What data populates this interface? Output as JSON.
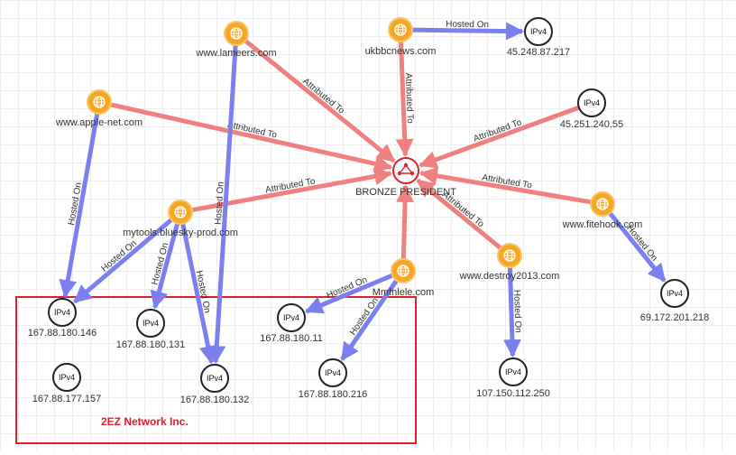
{
  "colors": {
    "attributed_edge": "#f08080",
    "hosted_edge": "#7b7ff0",
    "domain_node": "#f5a623",
    "ipv4_border": "#222222",
    "group_box": "#e0202a",
    "actor": "#e0202a"
  },
  "center": {
    "label": "BRONZE PRESIDENT",
    "icon": "threat-actor-icon"
  },
  "domains": [
    {
      "id": "lamers",
      "label": "www.lameers.com"
    },
    {
      "id": "ukbb",
      "label": "ukbbcnews.com"
    },
    {
      "id": "applenet",
      "label": "www.apple-net.com"
    },
    {
      "id": "mytools",
      "label": "mytools.bluesky-prod.com"
    },
    {
      "id": "mmfnlele",
      "label": "Mmfnlele.com"
    },
    {
      "id": "destroy",
      "label": "www.destroy2013.com"
    },
    {
      "id": "fitehook",
      "label": "www.fitehook.com"
    }
  ],
  "ipv4_badge": "IPv4",
  "ips": [
    {
      "id": "ip217",
      "label": "45.248.87.217"
    },
    {
      "id": "ip55",
      "label": "45.251.240.55"
    },
    {
      "id": "ip146",
      "label": "167.88.180.146"
    },
    {
      "id": "ip131",
      "label": "167.88.180.131"
    },
    {
      "id": "ip11",
      "label": "167.88.180.11"
    },
    {
      "id": "ip157",
      "label": "167.88.177.157"
    },
    {
      "id": "ip132",
      "label": "167.88.180.132"
    },
    {
      "id": "ip216",
      "label": "167.88.180.216"
    },
    {
      "id": "ip250",
      "label": "107.150.112.250"
    },
    {
      "id": "ip218",
      "label": "69.172.201.218"
    }
  ],
  "edges": [
    {
      "from": "lamers",
      "to": "center",
      "label": "Attributed To",
      "type": "attributed"
    },
    {
      "from": "ukbb",
      "to": "center",
      "label": "Attributed To",
      "type": "attributed"
    },
    {
      "from": "applenet",
      "to": "center",
      "label": "Attributed To",
      "type": "attributed"
    },
    {
      "from": "ip55",
      "to": "center",
      "label": "Attributed To",
      "type": "attributed"
    },
    {
      "from": "mytools",
      "to": "center",
      "label": "Attributed To",
      "type": "attributed"
    },
    {
      "from": "fitehook",
      "to": "center",
      "label": "Attributed To",
      "type": "attributed"
    },
    {
      "from": "destroy",
      "to": "center",
      "label": "Attributed To",
      "type": "attributed"
    },
    {
      "from": "mmfnlele",
      "to": "center",
      "label": "",
      "type": "attributed"
    },
    {
      "from": "ukbb",
      "to": "ip217",
      "label": "Hosted On",
      "type": "hosted"
    },
    {
      "from": "applenet",
      "to": "ip146",
      "label": "Hosted On",
      "type": "hosted"
    },
    {
      "from": "lamers",
      "to": "ip132",
      "label": "Hosted On",
      "type": "hosted"
    },
    {
      "from": "mytools",
      "to": "ip146",
      "label": "Hosted On",
      "type": "hosted"
    },
    {
      "from": "mytools",
      "to": "ip131",
      "label": "Hosted On",
      "type": "hosted"
    },
    {
      "from": "mytools",
      "to": "ip132",
      "label": "Hosted On",
      "type": "hosted"
    },
    {
      "from": "mmfnlele",
      "to": "ip11",
      "label": "Hosted On",
      "type": "hosted"
    },
    {
      "from": "mmfnlele",
      "to": "ip216",
      "label": "Hosted On",
      "type": "hosted"
    },
    {
      "from": "destroy",
      "to": "ip250",
      "label": "Hosted On",
      "type": "hosted"
    },
    {
      "from": "fitehook",
      "to": "ip218",
      "label": "Hosted On",
      "type": "hosted"
    }
  ],
  "group": {
    "label": "2EZ Network Inc."
  }
}
